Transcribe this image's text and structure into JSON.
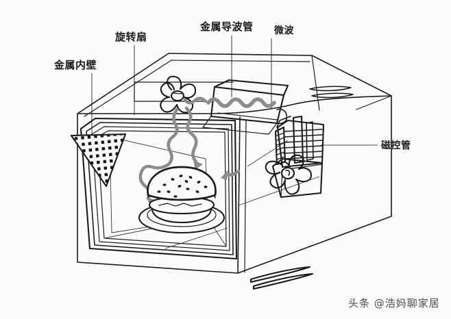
{
  "image": {
    "kind": "hand-drawn-diagram",
    "subject": "microwave-oven-cutaway",
    "background_color": "#fbfbfa",
    "ink_color": "#1a1a1a",
    "wave_color": "#8c8c8c"
  },
  "labels": {
    "inner_wall": "金属内壁",
    "stirrer_fan": "旋转扇",
    "waveguide": "金属导波管",
    "microwave": "微波",
    "magnetron": "磁控管"
  },
  "watermark": {
    "text": "头条 @浩妈聊家居"
  },
  "parts": {
    "oven_body": "oven-outer-case",
    "door_frame": "oven-door-frame",
    "mesh_screen": "perforated-metal-mesh",
    "food": "hamburger-on-plate",
    "cooling_fan": "magnetron-cooling-fan",
    "heat_sink": "magnetron-heat-sink-fins",
    "vent_top": "top-right-vent-slots",
    "vent_bottom": "bottom-right-vent-slots",
    "wave_lines": "microwave-wavy-rays"
  }
}
